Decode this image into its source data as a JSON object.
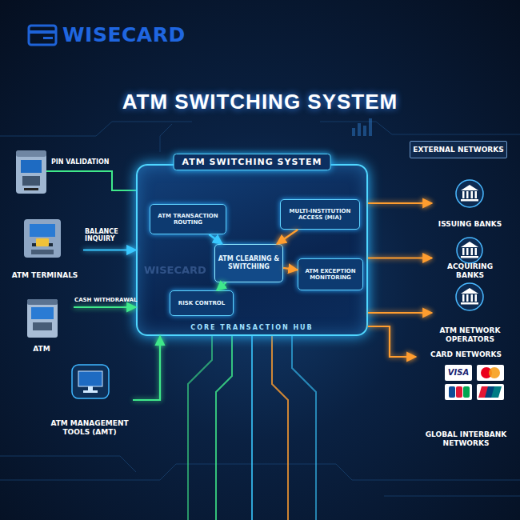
{
  "diagram": {
    "title": "ATM SWITCHING SYSTEM",
    "nodes": [
      {
        "text": [
          "ATM SWITCHING SYSTEM",
          "CORE TRANSACTION HUB"
        ]
      },
      {
        "text": [
          "ATM TRANSACTION ROUTING"
        ],
        "in": 0
      },
      {
        "text": [
          "MULTI-INSTITUTION ACCESS (MIA)"
        ],
        "in": 0
      },
      {
        "text": [
          "ATM CLEARING & SWITCHING"
        ],
        "in": 0
      },
      {
        "text": [
          "ATM EXCEPTION MONITORING"
        ],
        "in": 0
      },
      {
        "text": [
          "RISK CONTROL"
        ],
        "in": 0
      },
      {
        "text": [
          "ATM TERMINALS"
        ]
      },
      {
        "text": [
          "ATM"
        ]
      },
      {
        "text": [
          "ATM MANAGEMENT TOOLS (AMT)"
        ]
      },
      {
        "text": [
          "EXTERNAL NETWORKS"
        ]
      },
      {
        "text": [
          "ISSUING BANKS"
        ]
      },
      {
        "text": [
          "ACQUIRING BANKS"
        ]
      },
      {
        "text": [
          "ATM NETWORK OPERATORS"
        ]
      },
      {
        "text": [
          "CARD NETWORKS",
          "GLOBAL INTERBANK NETWORKS"
        ]
      }
    ],
    "edges": [
      {
        "from": 6,
        "to": 0,
        "label": "BALANCE INQUIRY",
        "arrow": "to"
      },
      {
        "from": 7,
        "to": 0,
        "label": "CASH WITHDRAWAL",
        "arrow": "to"
      },
      {
        "from": 8,
        "to": 0,
        "arrow": "to"
      },
      {
        "from": 0,
        "to": 10,
        "arrow": "to"
      },
      {
        "from": 0,
        "to": 11,
        "arrow": "to"
      },
      {
        "from": 0,
        "to": 12,
        "arrow": "to"
      },
      {
        "from": 0,
        "to": 13,
        "arrow": "to"
      },
      {
        "from": 1,
        "to": 3,
        "arrow": "to"
      },
      {
        "from": 2,
        "to": 3,
        "arrow": "to"
      },
      {
        "from": 3,
        "to": 4,
        "arrow": "to"
      },
      {
        "from": 3,
        "to": 5,
        "arrow": "to"
      }
    ],
    "labels": [
      "WISECARD",
      "PIN VALIDATION",
      "WISECARD",
      "VISA"
    ]
  }
}
